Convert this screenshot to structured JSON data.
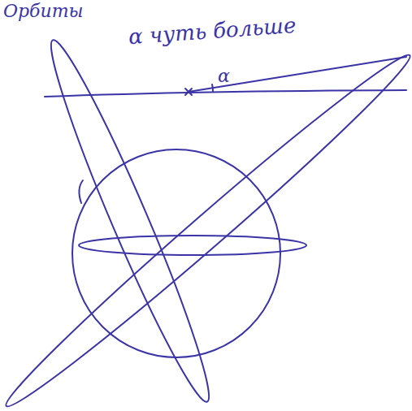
{
  "diagram": {
    "labels": [
      "Орбиты",
      "α чуть больше",
      "α"
    ]
  }
}
